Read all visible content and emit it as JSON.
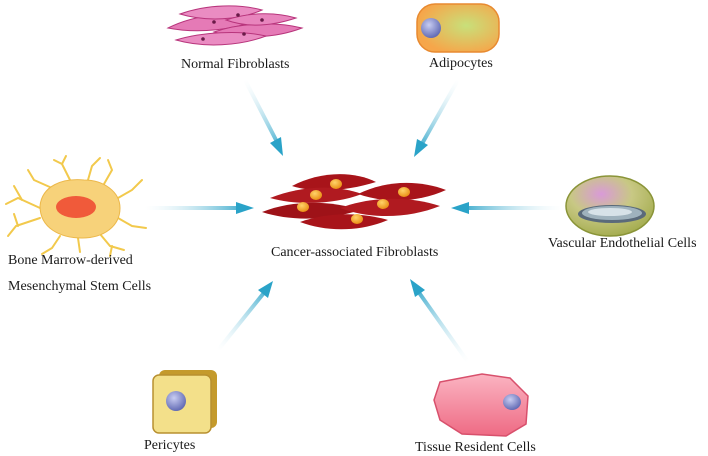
{
  "labels": {
    "center": "Cancer-associated Fibroblasts",
    "normal_fibroblasts": "Normal Fibroblasts",
    "adipocytes": "Adipocytes",
    "vascular_endothelial": "Vascular Endothelial Cells",
    "bone_marrow_line1": "Bone Marrow-derived",
    "bone_marrow_line2": "Mesenchymal Stem Cells",
    "pericytes": "Pericytes",
    "tissue_resident": "Tissue Resident Cells"
  },
  "colors": {
    "arrow": "#2aa3c8",
    "caf_body": "#a8141a",
    "caf_nucleus": "#f5a623",
    "normal_fibroblast": "#e57ab6",
    "adipocyte_body": "#f6a64a",
    "msc_body": "#f7d27a",
    "msc_nucleus": "#f05a3a",
    "pericyte_body": "#f3e08a",
    "tissue_resident_body": "#f37a92",
    "nucleus_blue": "#7f86c8",
    "endothelial_body": "#b8c06a"
  }
}
